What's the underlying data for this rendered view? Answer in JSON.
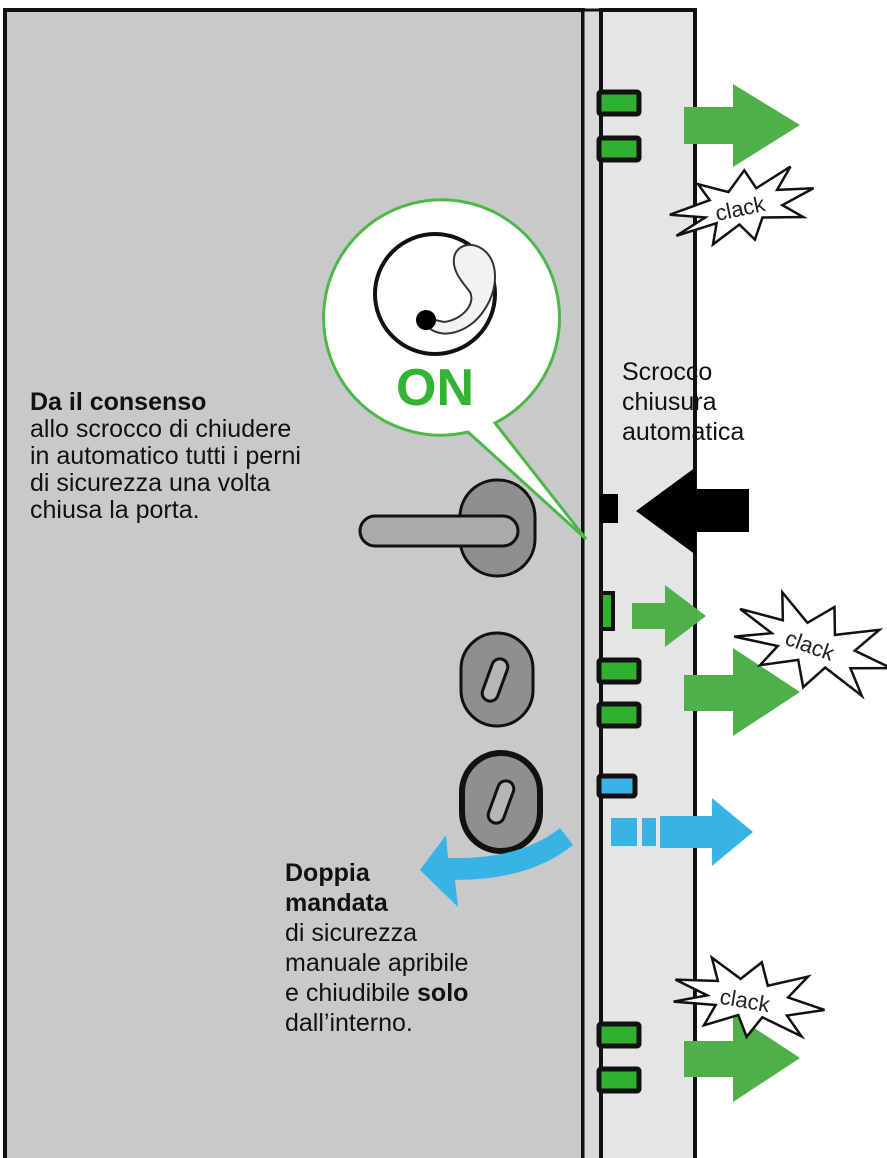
{
  "colors": {
    "door": "#c7c9cb",
    "frame": "#e4e5e6",
    "outline": "#111111",
    "green": "#4fb04a",
    "green_bright": "#33b233",
    "blue": "#37b3e6",
    "black": "#000000",
    "handle": "#8e8f91"
  },
  "icons": {
    "knob": "thumb-turn-knob-icon",
    "handle": "door-handle-icon",
    "cylinder": "key-cylinder-icon",
    "rotate_arrow": "rotate-arrow-icon"
  },
  "callout": {
    "state": "ON"
  },
  "left_text": {
    "title": "Da il consenso",
    "lines": [
      "allo scrocco di chiudere",
      "in automatico tutti i perni",
      "di sicurezza una volta",
      "chiusa la porta."
    ]
  },
  "right_text": {
    "lines": [
      "Scrocco",
      "chiusura",
      "automatica"
    ]
  },
  "bottom_text": {
    "title_line1": "Doppia",
    "title_line2": "mandata",
    "line1": "di sicurezza",
    "line2": "manuale apribile",
    "line3_prefix": "e chiudibile ",
    "line3_bold": "solo",
    "line4": "dall’interno."
  },
  "bursts": {
    "clack_1": "clack",
    "clack_2": "clack",
    "clack_3": "clack"
  }
}
